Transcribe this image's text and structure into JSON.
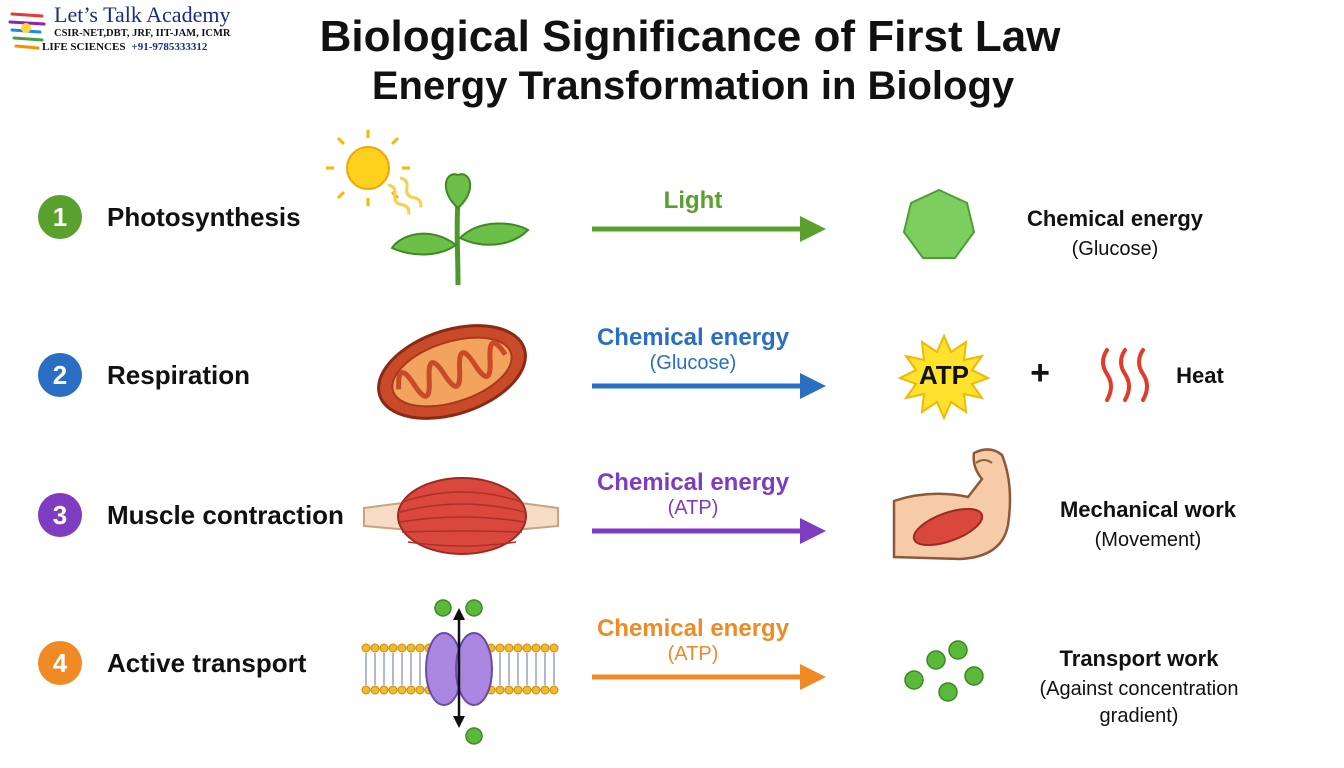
{
  "logo": {
    "name": "Let’s Talk Academy",
    "line2": "CSIR-NET,DBT, JRF, IIT-JAM, ICMR",
    "line3": "LIFE SCIENCES",
    "phone": "+91-9785333312"
  },
  "title": "Biological Significance of First Law",
  "subtitle": "Energy Transformation in Biology",
  "rows": [
    {
      "number": "1",
      "process": "Photosynthesis",
      "arrow_label": "Light",
      "arrow_sublabel": "",
      "output": "Chemical energy",
      "output_sub": "(Glucose)",
      "color": "#5aa02c",
      "illustration": "sun-and-plant-icon"
    },
    {
      "number": "2",
      "process": "Respiration",
      "arrow_label": "Chemical energy",
      "arrow_sublabel": "(Glucose)",
      "output_atp": "ATP",
      "plus": "+",
      "output": "Heat",
      "color": "#2a6fc4",
      "illustration": "mitochondrion-icon"
    },
    {
      "number": "3",
      "process": "Muscle contraction",
      "arrow_label": "Chemical energy",
      "arrow_sublabel": "(ATP)",
      "output": "Mechanical work",
      "output_sub": "(Movement)",
      "color": "#7e3cc0",
      "illustration": "muscle-icon"
    },
    {
      "number": "4",
      "process": "Active transport",
      "arrow_label": "Chemical energy",
      "arrow_sublabel": "(ATP)",
      "output": "Transport work",
      "output_sub": "(Against concentration",
      "output_sub2": "gradient)",
      "color": "#f08a24",
      "illustration": "membrane-pump-icon"
    }
  ]
}
